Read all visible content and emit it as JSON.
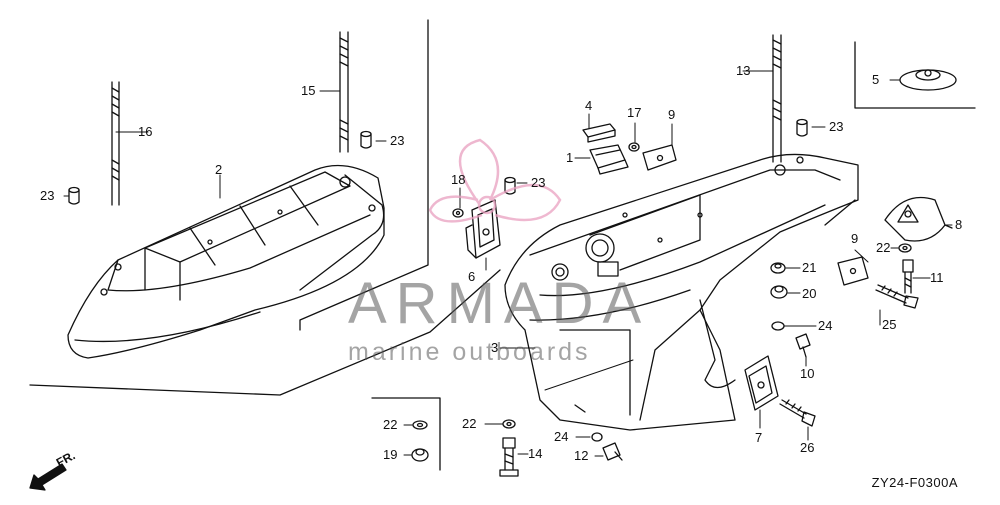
{
  "diagram": {
    "reference_code": "ZY24-F0300A",
    "direction_label": "FR.",
    "watermark": {
      "brand": "ARMADA",
      "subtitle": "marine outboards"
    },
    "callouts": {
      "c1": "1",
      "c2": "2",
      "c3": "3",
      "c4": "4",
      "c5": "5",
      "c6": "6",
      "c7": "7",
      "c8": "8",
      "c9a": "9",
      "c9b": "9",
      "c10": "10",
      "c11": "11",
      "c12": "12",
      "c13": "13",
      "c14": "14",
      "c15": "15",
      "c16": "16",
      "c17": "17",
      "c18": "18",
      "c19": "19",
      "c20": "20",
      "c21": "21",
      "c22a": "22",
      "c22b": "22",
      "c22c": "22",
      "c23a": "23",
      "c23b": "23",
      "c23c": "23",
      "c23d": "23",
      "c24a": "24",
      "c24b": "24",
      "c25": "25",
      "c26": "26"
    },
    "colors": {
      "line": "#111111",
      "watermark": "#8a8a8a",
      "logo_accent": "#e9a0c0"
    }
  }
}
